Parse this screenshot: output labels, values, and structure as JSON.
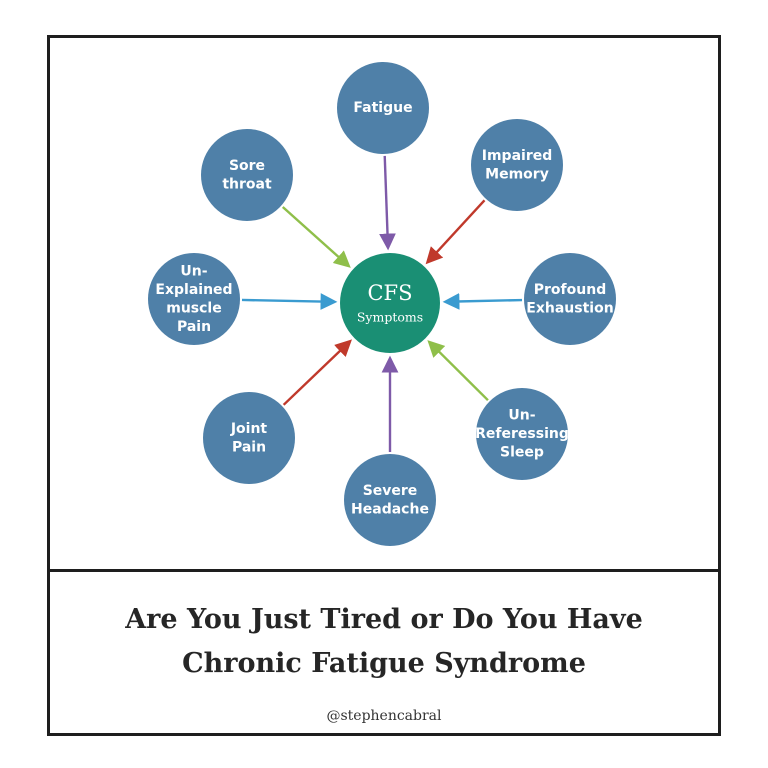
{
  "center": {
    "line1": "CFS",
    "line2": "Symptoms",
    "color": "#1a8f74"
  },
  "node_color": "#4f80a8",
  "nodes": [
    {
      "id": "fatigue",
      "lines": [
        "Fatigue"
      ],
      "arrow_color": "#7e5aa8"
    },
    {
      "id": "impaired-memory",
      "lines": [
        "Impaired",
        "Memory"
      ],
      "arrow_color": "#c0392b"
    },
    {
      "id": "profound-exhaustion",
      "lines": [
        "Profound",
        "Exhaustion"
      ],
      "arrow_color": "#3a9bd0"
    },
    {
      "id": "unrefreshing-sleep",
      "lines": [
        "Un-",
        "Referessing",
        "Sleep"
      ],
      "arrow_color": "#8fbf4a"
    },
    {
      "id": "severe-headache",
      "lines": [
        "Severe",
        "Headache"
      ],
      "arrow_color": "#7e5aa8"
    },
    {
      "id": "joint-pain",
      "lines": [
        "Joint",
        "Pain"
      ],
      "arrow_color": "#c0392b"
    },
    {
      "id": "unexplained-muscle-pain",
      "lines": [
        "Un-",
        "Explained",
        "muscle",
        "Pain"
      ],
      "arrow_color": "#3a9bd0"
    },
    {
      "id": "sore-throat",
      "lines": [
        "Sore",
        "throat"
      ],
      "arrow_color": "#8fbf4a"
    }
  ],
  "caption": {
    "line1": "Are You Just Tired or Do You Have",
    "line2": "Chronic Fatigue Syndrome"
  },
  "handle": "@stephencabral"
}
